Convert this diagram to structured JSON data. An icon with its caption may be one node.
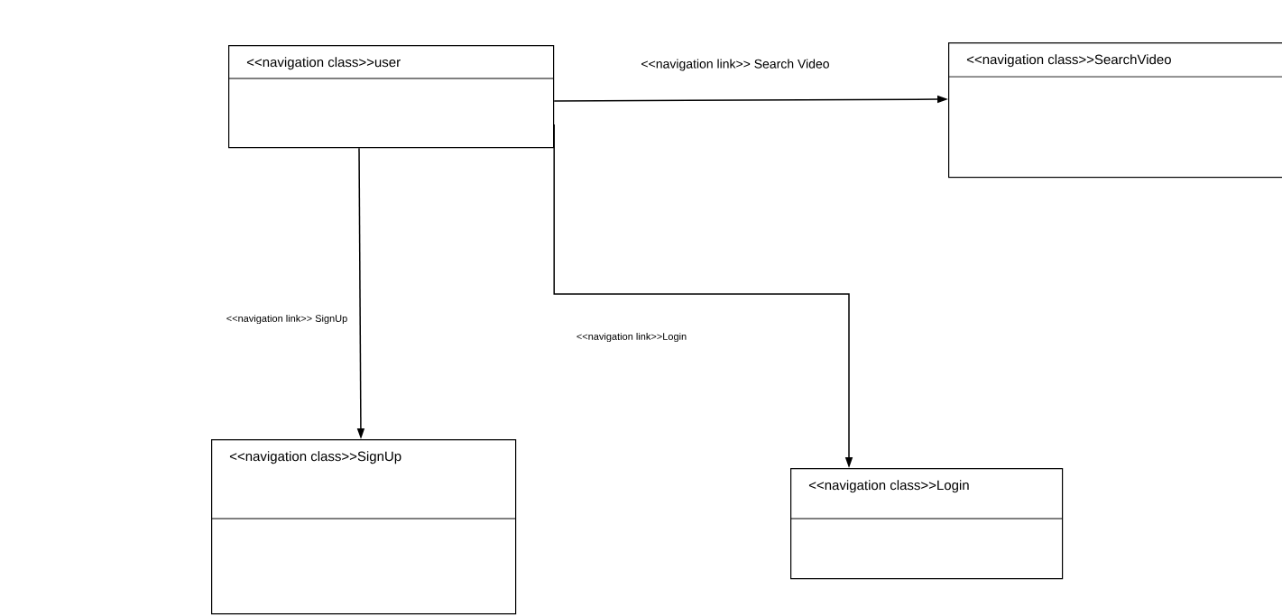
{
  "diagram": {
    "nodes": [
      {
        "text": [
          "<<navigation class>>user"
        ]
      },
      {
        "text": [
          "<<navigation class>>SearchVideo"
        ]
      },
      {
        "text": [
          "<<navigation class>>SignUp"
        ]
      },
      {
        "text": [
          "<<navigation class>>Login"
        ]
      }
    ],
    "edges": [
      {
        "from": 0,
        "to": 1,
        "arrow": "to",
        "label": "<<navigation link>> Search Video"
      },
      {
        "from": 0,
        "to": 2,
        "arrow": "to",
        "label": "<<navigation link>> SignUp"
      },
      {
        "from": 0,
        "to": 3,
        "arrow": "to",
        "label": "<<navigation link>>Login"
      }
    ]
  }
}
